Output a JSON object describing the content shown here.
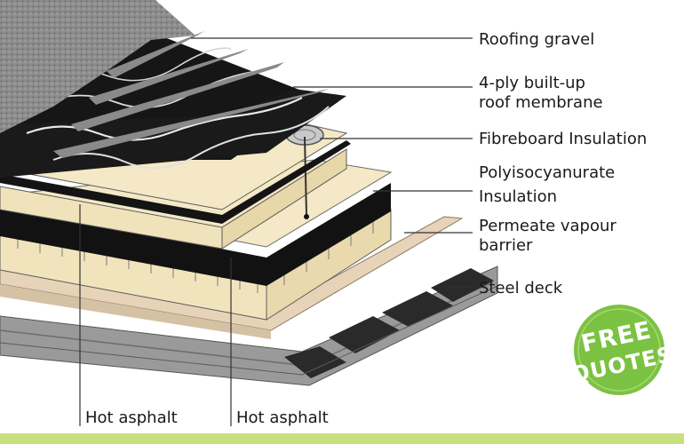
{
  "diagram": {
    "labels": {
      "roofing_gravel": "Roofing gravel",
      "membrane_line1": "4-ply built-up",
      "membrane_line2": "roof membrane",
      "fibreboard": "Fibreboard Insulation",
      "polyiso_line1": "Polyisocyanurate",
      "polyiso_line2": "Insulation",
      "vapour_line1": "Permeate vapour",
      "vapour_line2": "barrier",
      "steel_deck": "Steel deck",
      "hot_asphalt_left": "Hot asphalt",
      "hot_asphalt_right": "Hot asphalt"
    }
  },
  "badge": {
    "line1": "FREE",
    "line2": "QUOTES",
    "color": "#7cc242"
  },
  "colors": {
    "gravel": "#8d8d8d",
    "membrane": "#141414",
    "fibreboard": "#f3e6c2",
    "polyiso": "#f1e4bd",
    "vapour": "#e6d3b8",
    "steel": "#9a9a9a",
    "bottom_bar": "#c6e07e"
  }
}
